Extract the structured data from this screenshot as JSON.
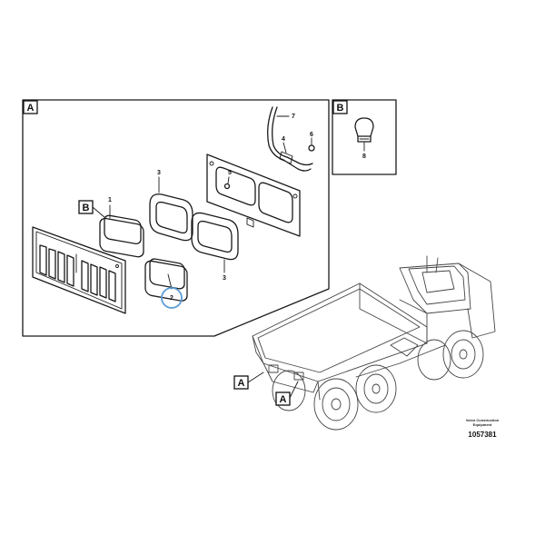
{
  "callouts": {
    "view_a": "A",
    "view_b": "B",
    "detail_b_ref": "B",
    "truck_a1": "A",
    "truck_a2": "A"
  },
  "parts": {
    "p1": "1",
    "p2": "2",
    "p3_top": "3",
    "p3_bottom": "3",
    "p4": "4",
    "p5": "5",
    "p6": "6",
    "p7": "7",
    "p8": "8"
  },
  "footer": {
    "brand_line1": "Volvo Construction",
    "brand_line2": "Equipment",
    "doc_number": "1057381"
  },
  "colors": {
    "highlight_circle": "#5b9bd5"
  }
}
